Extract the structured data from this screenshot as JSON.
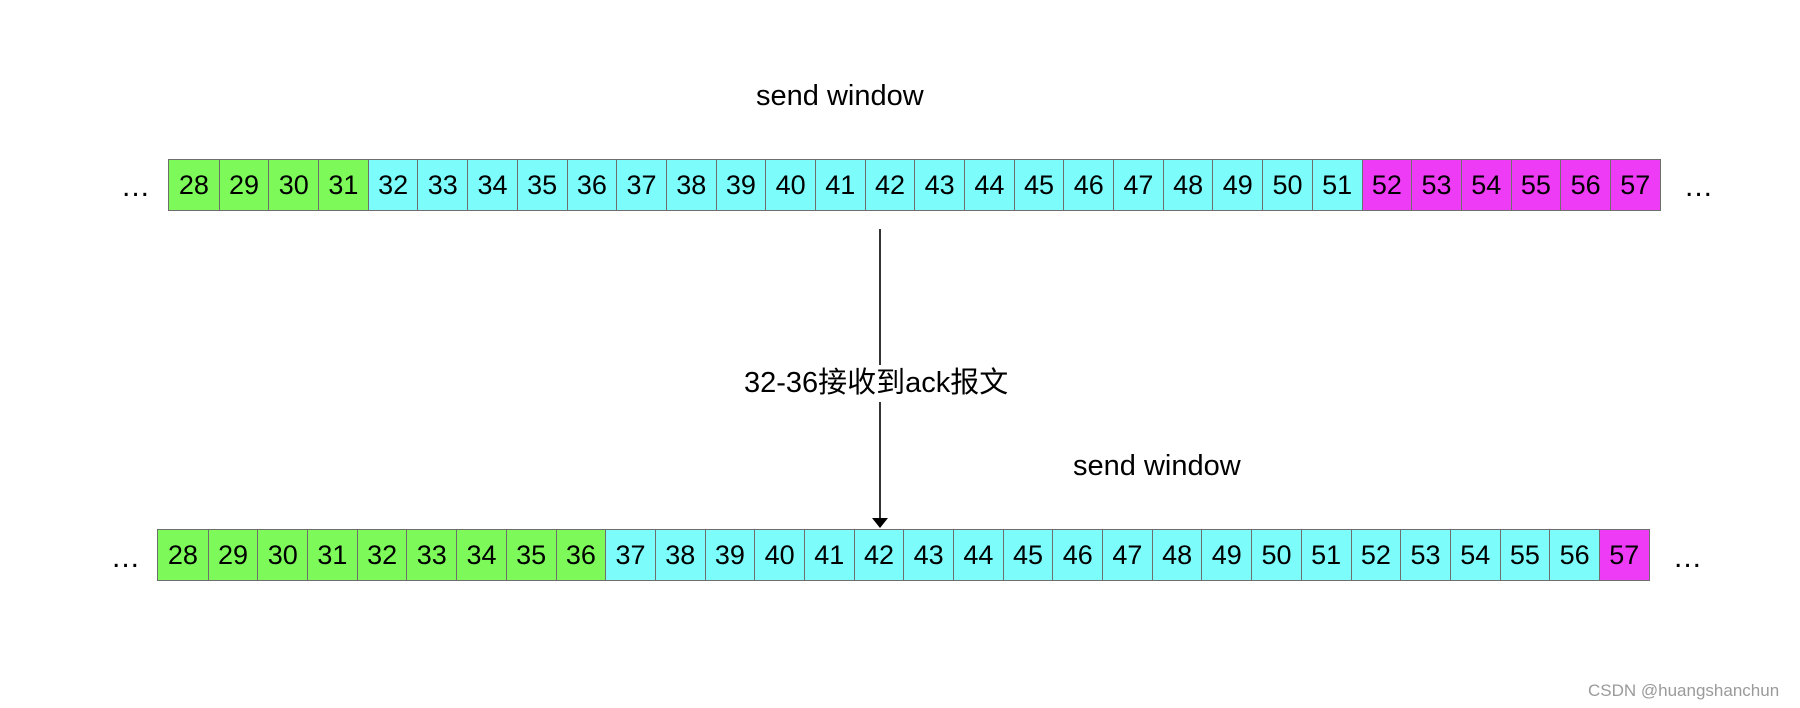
{
  "top_label": "send window",
  "bottom_label": "send window",
  "transition_label": "32-36接收到ack报文",
  "ellipsis": "...",
  "watermark": "CSDN @huangshanchun",
  "colors": {
    "acked": "#7dfa5a",
    "window": "#7dfcfc",
    "unsendable": "#ee3cf6",
    "border": "#6e6e6e"
  },
  "top_row": {
    "cells": [
      "28",
      "29",
      "30",
      "31",
      "32",
      "33",
      "34",
      "35",
      "36",
      "37",
      "38",
      "39",
      "40",
      "41",
      "42",
      "43",
      "44",
      "45",
      "46",
      "47",
      "48",
      "49",
      "50",
      "51",
      "52",
      "53",
      "54",
      "55",
      "56",
      "57"
    ],
    "states": [
      "acked",
      "acked",
      "acked",
      "acked",
      "window",
      "window",
      "window",
      "window",
      "window",
      "window",
      "window",
      "window",
      "window",
      "window",
      "window",
      "window",
      "window",
      "window",
      "window",
      "window",
      "window",
      "window",
      "window",
      "window",
      "unsendable",
      "unsendable",
      "unsendable",
      "unsendable",
      "unsendable",
      "unsendable"
    ]
  },
  "bottom_row": {
    "cells": [
      "28",
      "29",
      "30",
      "31",
      "32",
      "33",
      "34",
      "35",
      "36",
      "37",
      "38",
      "39",
      "40",
      "41",
      "42",
      "43",
      "44",
      "45",
      "46",
      "47",
      "48",
      "49",
      "50",
      "51",
      "52",
      "53",
      "54",
      "55",
      "56",
      "57"
    ],
    "states": [
      "acked",
      "acked",
      "acked",
      "acked",
      "acked",
      "acked",
      "acked",
      "acked",
      "acked",
      "window",
      "window",
      "window",
      "window",
      "window",
      "window",
      "window",
      "window",
      "window",
      "window",
      "window",
      "window",
      "window",
      "window",
      "window",
      "window",
      "window",
      "window",
      "window",
      "window",
      "unsendable"
    ]
  }
}
